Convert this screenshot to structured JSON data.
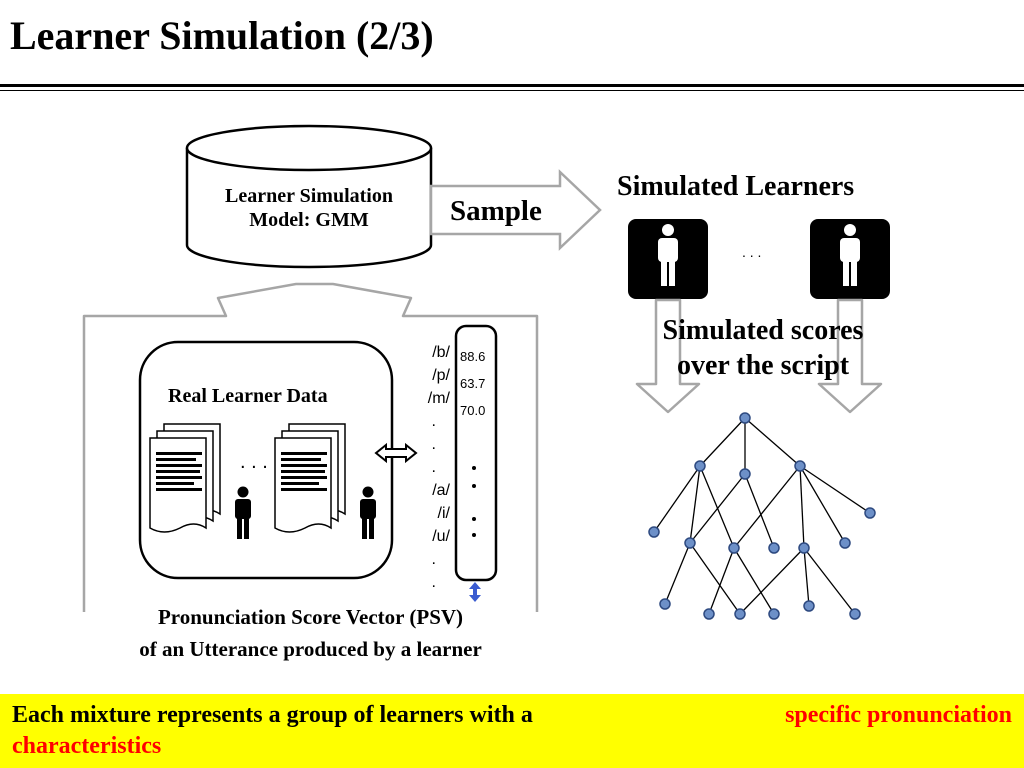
{
  "slide": {
    "title": "Learner Simulation (2/3)"
  },
  "model": {
    "label_line1": "Learner Simulation",
    "label_line2": "Model: GMM"
  },
  "sample_label": "Sample",
  "simulated_learners_label": "Simulated Learners",
  "learner_dots": ". . .",
  "simulated_scores_line1": "Simulated scores",
  "simulated_scores_line2": "over the script",
  "real_data": {
    "label": "Real Learner Data",
    "dots": ". . ."
  },
  "psv": {
    "phonemes": [
      "/b/",
      "/p/",
      "/m/",
      ".",
      ".",
      ".",
      "/a/",
      "/i/",
      "/u/",
      ".",
      "."
    ],
    "scores": [
      "88.6",
      "63.7",
      "70.0"
    ],
    "caption_line1": "Pronunciation Score Vector (PSV)",
    "caption_line2": "of an Utterance produced by a learner"
  },
  "footer": {
    "text_black": "Each mixture represents a group of learners with a",
    "text_red_1": "specific pronunciation",
    "text_red_2": "characteristics"
  },
  "colors": {
    "footer_bg": "#ffff00",
    "highlight_red": "#ff0000",
    "node_fill": "#6d90c8",
    "node_stroke": "#2e4a80",
    "arrow_gray": "#a6a6a6",
    "scroll_arrow": "#3a5bd0"
  }
}
